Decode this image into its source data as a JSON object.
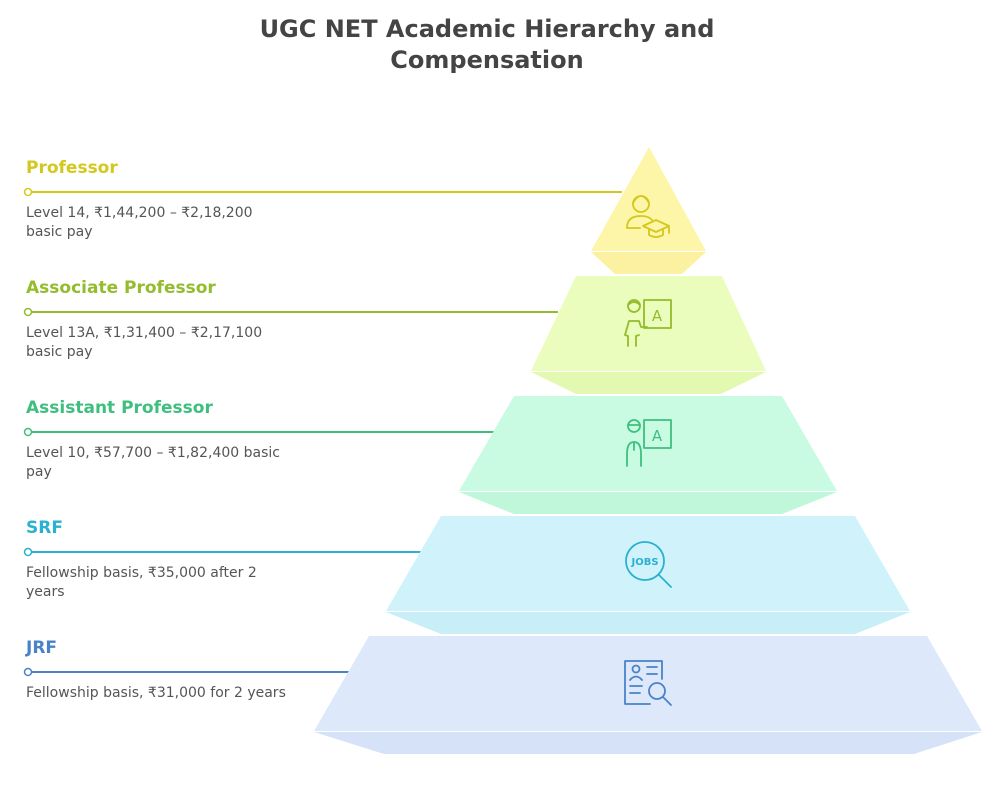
{
  "title_line1": "UGC NET Academic Hierarchy and",
  "title_line2": "Compensation",
  "levels": [
    {
      "label": "Professor",
      "desc": "Level 14, ₹1,44,200 – ₹2,18,200 basic pay",
      "color": "#d4c81e",
      "fill": "#fdf6a8",
      "icon": "professor-graduate-icon"
    },
    {
      "label": "Associate Professor",
      "desc": "Level 13A, ₹1,31,400 – ₹2,17,100 basic pay",
      "color": "#94bc2c",
      "fill": "#eafdbd",
      "icon": "teacher-board-icon"
    },
    {
      "label": "Assistant Professor",
      "desc": "Level 10, ₹57,700 – ₹1,82,400 basic pay",
      "color": "#3fbf7f",
      "fill": "#c8fbe2",
      "icon": "teacher-board-icon"
    },
    {
      "label": "SRF",
      "desc": "Fellowship basis, ₹35,000 after 2 years",
      "color": "#2ab0d0",
      "fill": "#d0f3fb",
      "icon": "jobs-search-icon"
    },
    {
      "label": "JRF",
      "desc": "Fellowship basis, ₹31,000 for 2 years",
      "color": "#4a82c8",
      "fill": "#dde8fb",
      "icon": "profile-search-icon"
    }
  ],
  "jobs_icon_text": "JOBS",
  "board_letter": "A"
}
